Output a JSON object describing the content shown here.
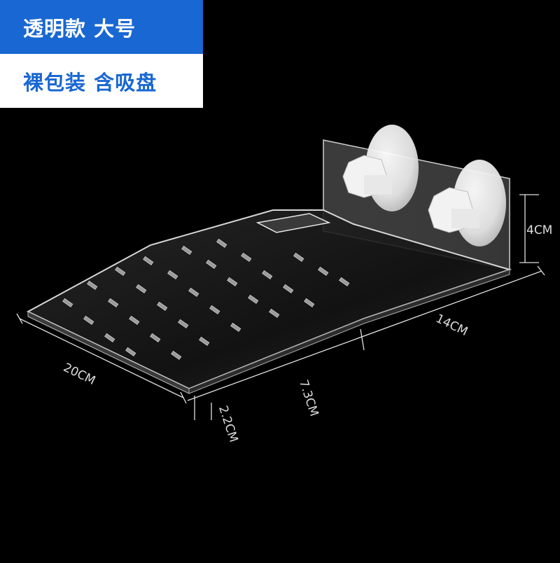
{
  "badges": {
    "top": "透明款 大号",
    "bottom": "裸包装 含吸盘"
  },
  "dimensions": {
    "length": "20CM",
    "width": "14CM",
    "height": "4CM",
    "ramp": "7.3CM",
    "edge": "2.2CM"
  },
  "colors": {
    "badge_blue": "#1967d2",
    "background": "#000000"
  }
}
